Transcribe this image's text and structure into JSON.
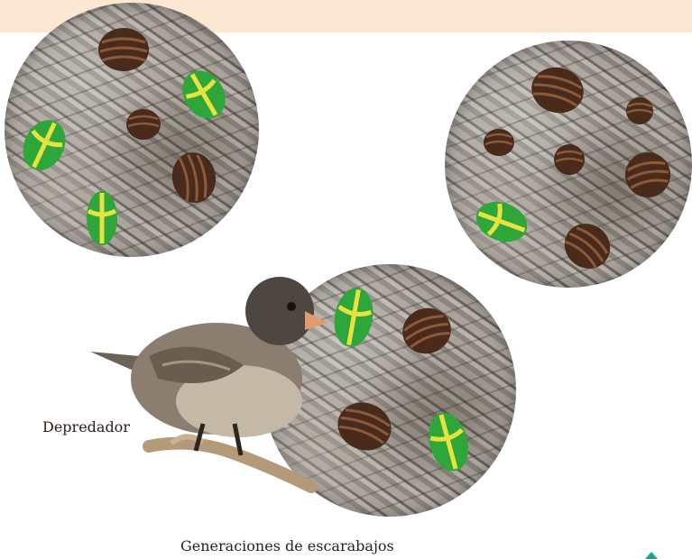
{
  "labels": {
    "predator": "Depredador",
    "generations": "Generaciones de escarabajos"
  },
  "colors": {
    "top_band": "#fbe7d2",
    "green_beetle": "#2fa63a",
    "brown_beetle": "#4a2a1a",
    "bark": "#8f8983",
    "text": "#2a1f1a"
  },
  "icons": [
    "tree-bark-circle",
    "green-beetle-icon",
    "brown-beetle-icon",
    "finch-bird-illustration",
    "triangle-marker-icon"
  ]
}
